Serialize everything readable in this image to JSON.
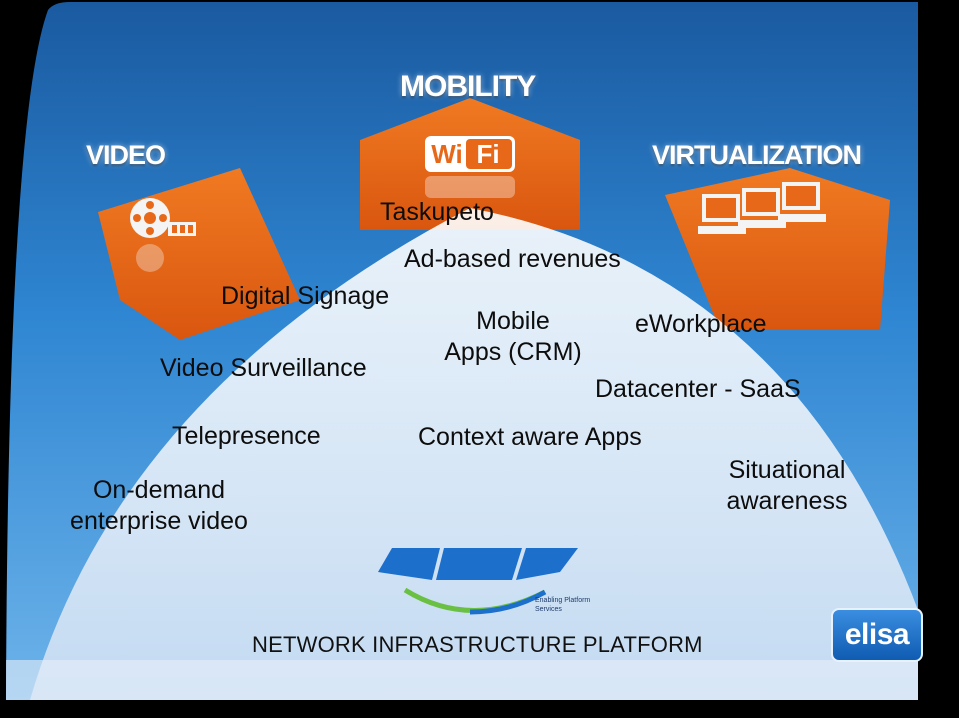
{
  "categories": {
    "video": "VIDEO",
    "mobility": "MOBILITY",
    "virtualization": "VIRTUALIZATION"
  },
  "wifi_badge": {
    "wi": "Wi",
    "fi": "Fi"
  },
  "items": {
    "taskupeto": "Taskupeto",
    "ad_based_revenues": "Ad-based revenues",
    "digital_signage": "Digital Signage",
    "mobile_apps_line1": "Mobile",
    "mobile_apps_line2": "Apps (CRM)",
    "eworkplace": "eWorkplace",
    "video_surveillance": "Video Surveillance",
    "datacenter_saas": "Datacenter - SaaS",
    "telepresence": "Telepresence",
    "context_aware_apps": "Context aware Apps",
    "situational_line1": "Situational",
    "situational_line2": "awareness",
    "on_demand_line1": "On-demand",
    "on_demand_line2": "enterprise video"
  },
  "enabling_platform": {
    "line1": "Enabling Platform",
    "line2": "Services"
  },
  "footer": "NETWORK INFRASTRUCTURE PLATFORM",
  "logo": "elisa",
  "colors": {
    "background_top": "#1b5fa6",
    "background_bottom": "#5aa6e6",
    "segment_orange": "#e8681a",
    "dome": "#dfeaf6",
    "logo_blue": "#1d6fcc"
  },
  "icons": [
    "film-reel-icon",
    "wifi-icon",
    "computers-icon",
    "elisa-logo"
  ]
}
